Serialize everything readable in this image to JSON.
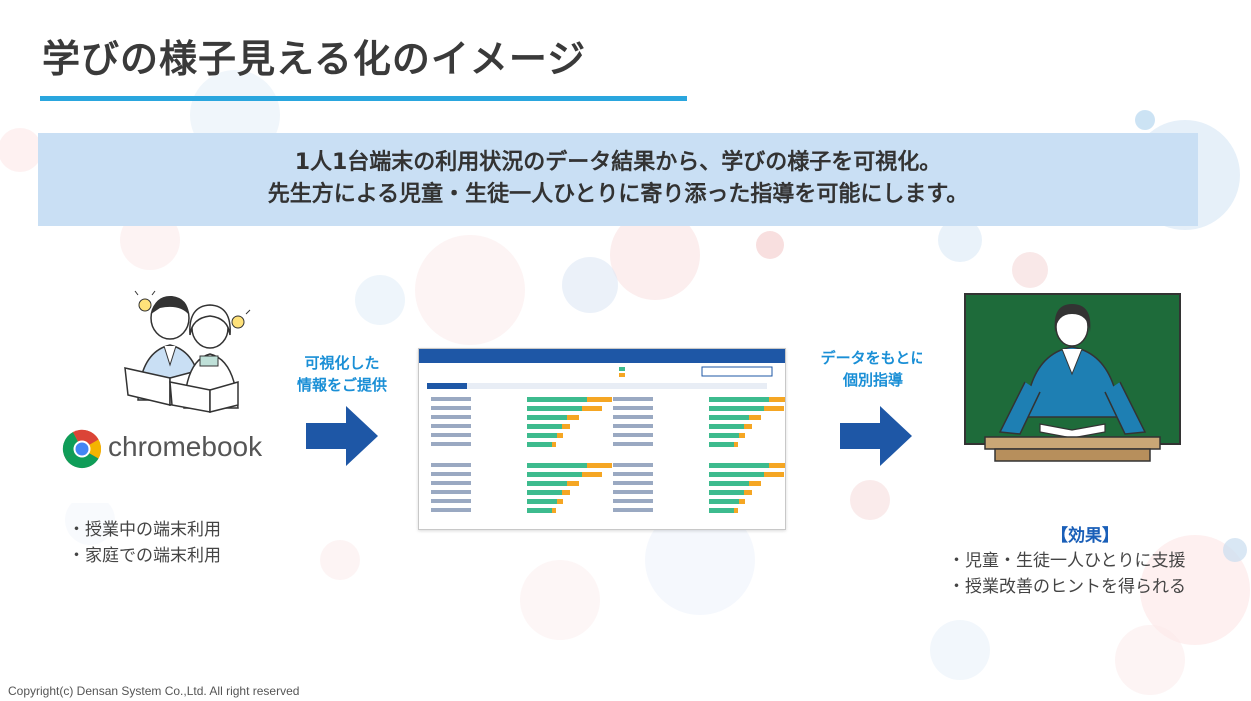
{
  "title": "学びの様子見える化のイメージ",
  "banner": {
    "line1": "1人1台端末の利用状況のデータ結果から、学びの様子を可視化。",
    "line2": "先生方による児童・生徒一人ひとりに寄り添った指導を可能にします。"
  },
  "left": {
    "brand": "chromebook",
    "bullets": [
      "・授業中の端末利用",
      "・家庭での端末利用"
    ]
  },
  "arrow1": {
    "line1": "可視化した",
    "line2": "情報をご提供"
  },
  "arrow2": {
    "line1": "データをもとに",
    "line2": "個別指導"
  },
  "effect": {
    "title": "【効果】",
    "bullets": [
      "・児童・生徒一人ひとりに支援",
      "・授業改善のヒントを得られる"
    ]
  },
  "footer": {
    "copyright": "Copyright(c) Densan System Co.,Ltd. All right reserved"
  },
  "colors": {
    "accent": "#2aa6de",
    "banner": "#c9dff4",
    "arrow": "#1e57a6",
    "bar_green": "#3dbb8e",
    "bar_orange": "#f5a623",
    "board": "#1e6b3a"
  }
}
